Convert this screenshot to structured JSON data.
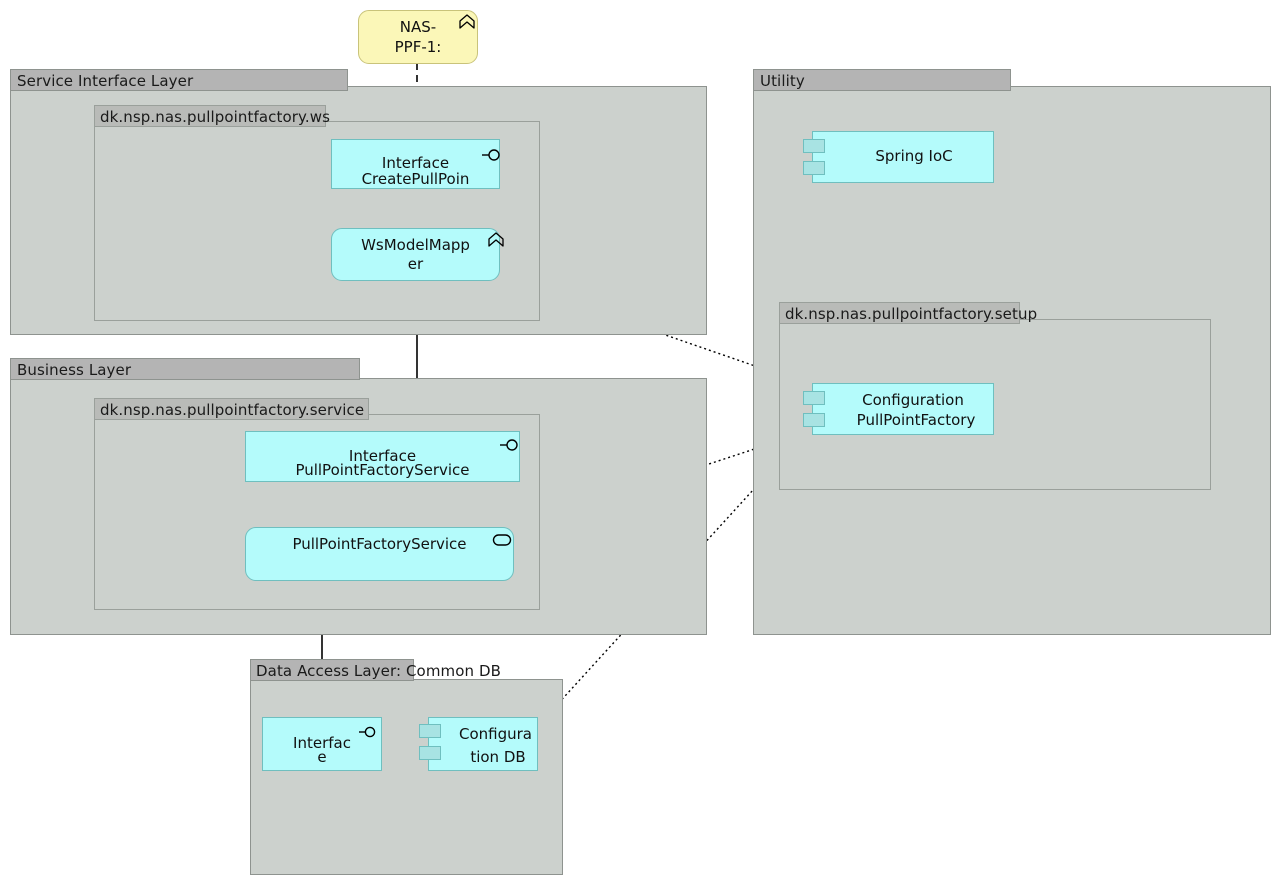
{
  "diagram": {
    "type": "uml-component-diagram",
    "background": "#ffffff",
    "node_fill": "#b4fbfb",
    "node_stroke": "#6fbfbf",
    "package_fill": "#ccd1cd",
    "package_tab_fill": "#b4b4b4",
    "actor_fill": "#fbf7b8"
  },
  "actor": {
    "label": "NAS-\nPPF-1:",
    "line1": "NAS-",
    "line2": "PPF-1:",
    "icon": "chevron-up-icon"
  },
  "packages": {
    "service_interface_layer": {
      "title": "Service Interface Layer",
      "inner": {
        "title": "dk.nsp.nas.pullpointfactory.ws"
      }
    },
    "business_layer": {
      "title": "Business Layer",
      "inner": {
        "title": "dk.nsp.nas.pullpointfactory.service"
      }
    },
    "data_access_layer": {
      "title": "Data Access Layer: Common DB"
    },
    "utility": {
      "title": "Utility",
      "inner": {
        "title": "dk.nsp.nas.pullpointfactory.setup"
      }
    }
  },
  "nodes": {
    "interface_create_pullpoint": {
      "line1": "Interface",
      "line2": "CreatePullPoin",
      "icon": "provided-interface-lollipop-icon",
      "shape": "rectangle"
    },
    "ws_model_mapper": {
      "line1": "WsModelMapp",
      "line2": "er",
      "icon": "chevron-up-icon",
      "shape": "rounded"
    },
    "interface_pullpointfactoryservice": {
      "line1": "Interface",
      "line2": "PullPointFactoryService",
      "icon": "provided-interface-lollipop-icon",
      "shape": "rectangle"
    },
    "pullpointfactoryservice": {
      "line1": "PullPointFactoryService",
      "icon": "rounded-rect-icon",
      "shape": "rounded"
    },
    "dal_interface": {
      "line1": "Interfac",
      "line2": "e",
      "icon": "provided-interface-lollipop-icon",
      "shape": "rectangle"
    },
    "configuration_db": {
      "line1": "Configura",
      "line2": "tion DB",
      "icon": "component-icon",
      "shape": "rectangle"
    },
    "spring_ioc": {
      "line1": "Spring IoC",
      "icon": "component-icon",
      "shape": "rectangle"
    },
    "configuration_pullpointfactory": {
      "line1": "Configuration",
      "line2": "PullPointFactory",
      "icon": "component-icon",
      "shape": "rectangle"
    }
  },
  "edges": [
    {
      "name": "actor-to-interface-createpullpoint",
      "style": "dashed",
      "arrow": "filled-arrow"
    },
    {
      "name": "interface-createpullpoint-to-wsmodelmapper",
      "style": "solid",
      "arrow": "filled-arrow"
    },
    {
      "name": "wsmodelmapper-to-interface-pullpointfactoryservice",
      "style": "solid",
      "arrow": "filled-arrow"
    },
    {
      "name": "interface-pullpointfactoryservice-to-pullpointfactoryservice",
      "style": "solid",
      "arrow": "filled-arrow"
    },
    {
      "name": "pullpointfactoryservice-to-dal-interface",
      "style": "solid",
      "arrow": "filled-arrow"
    },
    {
      "name": "configuration-pullpointfactory-to-wsmodelmapper",
      "style": "dotted",
      "arrow": "hollow-triangle"
    },
    {
      "name": "configuration-pullpointfactory-to-pullpointfactoryservice",
      "style": "dotted",
      "arrow": "hollow-triangle"
    },
    {
      "name": "configuration-pullpointfactory-to-configuration-db",
      "style": "dotted",
      "arrow": "hollow-triangle"
    },
    {
      "name": "spring-ioc-to-configuration-pullpointfactory",
      "style": "dotted",
      "arrow": "hollow-triangle"
    }
  ]
}
